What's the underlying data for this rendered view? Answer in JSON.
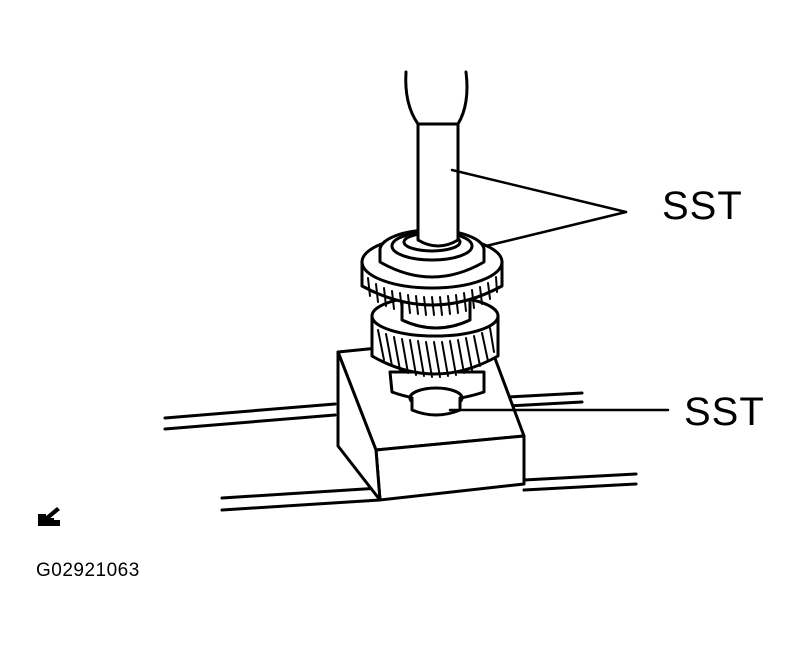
{
  "labels": {
    "sst_upper": "SST",
    "sst_lower": "SST"
  },
  "figure_code": "G02921063",
  "icons": {
    "reference": "note-icon"
  },
  "colors": {
    "ink": "#000000",
    "paper": "#ffffff"
  }
}
